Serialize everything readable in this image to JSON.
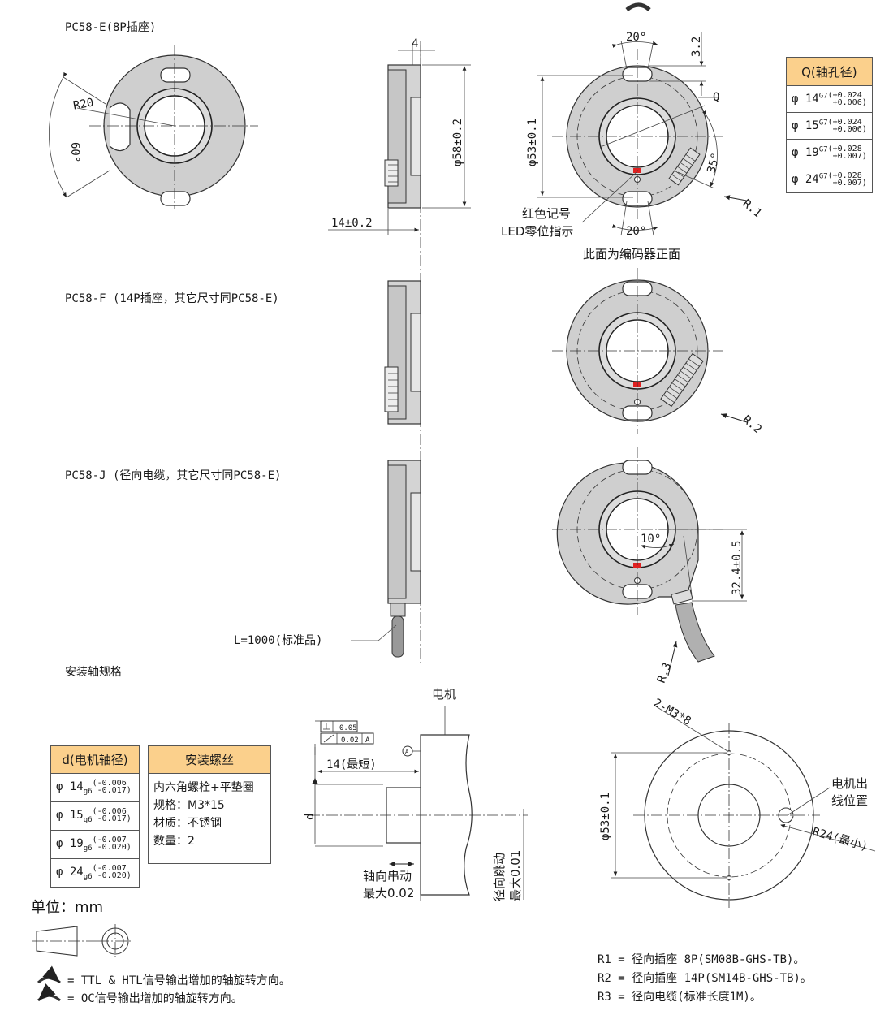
{
  "titles": {
    "pc58e": "PC58-E(8P插座)",
    "pc58f": "PC58-F (14P插座，其它尺寸同PC58-E)",
    "pc58j": "PC58-J (径向电缆，其它尺寸同PC58-E)",
    "mount": "安装轴规格"
  },
  "dims": {
    "r20": "R20",
    "deg60": "60°",
    "w4": "4",
    "d58": "φ58±0.2",
    "l14": "14±0.2",
    "deg20_top": "20°",
    "h32": "3.2",
    "q": "Q",
    "d53": "φ53±0.1",
    "deg35": "35°",
    "r1": "R.1",
    "deg20_bottom": "20°",
    "r2": "R.2",
    "deg10": "10°",
    "h324": "32.4±0.5",
    "r3": "R.3",
    "cable_len": "L=1000(标准品)",
    "motor": "电机",
    "shortest14": "14(最短)",
    "d_label": "d",
    "axial_play_1": "轴向串动",
    "axial_play_2": "最大0.02",
    "radial_runout_1": "径向跳动",
    "radial_runout_2": "最大0.01",
    "tol_perp": "0.05",
    "tol_runout": "0.02",
    "datum_a": "A",
    "m3x8": "2-M3*8",
    "d53_bottom": "φ53±0.1",
    "cable_exit_1": "电机出",
    "cable_exit_2": "线位置",
    "r24": "R24(最小)"
  },
  "notes": {
    "led_1": "红色记号",
    "led_2": "LED零位指示",
    "front_face": "此面为编码器正面"
  },
  "q_table": {
    "header": "Q(轴孔径)",
    "rows": [
      {
        "d": "φ 14",
        "fit": "G7",
        "up": "+0.024",
        "lo": "+0.006"
      },
      {
        "d": "φ 15",
        "fit": "G7",
        "up": "+0.024",
        "lo": "+0.006"
      },
      {
        "d": "φ 19",
        "fit": "G7",
        "up": "+0.028",
        "lo": "+0.007"
      },
      {
        "d": "φ 24",
        "fit": "G7",
        "up": "+0.028",
        "lo": "+0.007"
      }
    ]
  },
  "d_table": {
    "header": "d(电机轴径)",
    "rows": [
      {
        "d": "φ 14",
        "fit": "g6",
        "up": "-0.006",
        "lo": "-0.017"
      },
      {
        "d": "φ 15",
        "fit": "g6",
        "up": "-0.006",
        "lo": "-0.017"
      },
      {
        "d": "φ 19",
        "fit": "g6",
        "up": "-0.007",
        "lo": "-0.020"
      },
      {
        "d": "φ 24",
        "fit": "g6",
        "up": "-0.007",
        "lo": "-0.020"
      }
    ]
  },
  "screw_table": {
    "header": "安装螺丝",
    "lines": [
      "内六角螺栓+平垫圈",
      "规格：M3*15",
      "材质：不锈钢",
      "数量：2"
    ]
  },
  "unit": "单位：mm",
  "legend": {
    "cw": "= TTL & HTL信号输出增加的轴旋转方向。",
    "ccw": "= OC信号输出增加的轴旋转方向。"
  },
  "r_notes": {
    "r1": "R1 = 径向插座 8P(SM08B-GHS-TB)。",
    "r2": "R2 = 径向插座 14P(SM14B-GHS-TB)。",
    "r3": "R3 = 径向电缆(标准长度1M)。"
  }
}
